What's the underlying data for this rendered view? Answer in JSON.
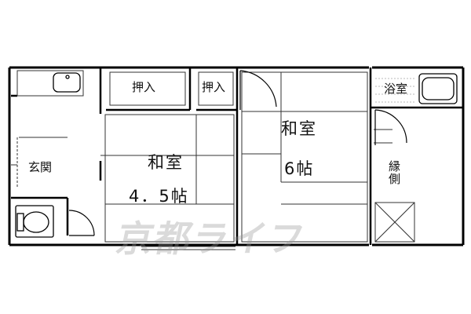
{
  "rooms": {
    "washitsu_small": {
      "name": "和室",
      "size": "4．5帖"
    },
    "washitsu_large": {
      "name": "和室",
      "size": "6帖"
    },
    "entrance": "玄関",
    "bath": "浴室",
    "veranda": "縁側",
    "closet_left": "押入",
    "closet_right": "押入"
  },
  "watermark": "京都ライフ",
  "colors": {
    "wall": "#000000",
    "line": "#222222",
    "watermark": "#9a9a9a",
    "background": "#ffffff"
  }
}
